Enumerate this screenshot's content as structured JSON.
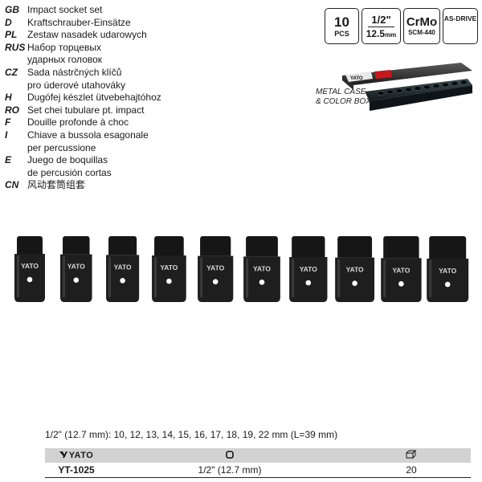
{
  "languages": [
    {
      "code": "GB",
      "lines": [
        "Impact socket set"
      ]
    },
    {
      "code": "D",
      "lines": [
        "Kraftschrauber-Einsätze"
      ]
    },
    {
      "code": "PL",
      "lines": [
        "Zestaw nasadek udarowych"
      ]
    },
    {
      "code": "RUS",
      "lines": [
        "Набор торцевых",
        "ударных головок"
      ]
    },
    {
      "code": "CZ",
      "lines": [
        "Sada nástrčných klíčů",
        "pro úderové utahováky"
      ]
    },
    {
      "code": "H",
      "lines": [
        "Dugófej készlet ütvebehajtóhoz"
      ]
    },
    {
      "code": "RO",
      "lines": [
        "Set chei tubulare pt. impact"
      ]
    },
    {
      "code": "F",
      "lines": [
        "Douille profonde à choc"
      ]
    },
    {
      "code": "I",
      "lines": [
        "Chiave a bussola esagonale",
        "per percussione"
      ]
    },
    {
      "code": "E",
      "lines": [
        "Juego de boquillas",
        "de percusión cortas"
      ]
    },
    {
      "code": "CN",
      "lines": [
        "风动套筒组套"
      ]
    }
  ],
  "badges": {
    "pieces_count": "10",
    "pieces_label": "PCS",
    "drive_fraction": "1/2\"",
    "drive_mm_value": "12.5",
    "drive_mm_unit": "mm",
    "material": "CrMo",
    "material_grade": "SCM-440",
    "as_drive": "AS-DRIVE"
  },
  "case_caption": [
    "METAL CASE",
    "& COLOR BOX"
  ],
  "case_box_brand": "YATO",
  "sockets": {
    "brand": "YATO",
    "count": 10
  },
  "size_line": "1/2\" (12.7 mm): 10, 12, 13, 14, 15, 16, 17, 18, 19, 22 mm (L=39 mm)",
  "table": {
    "brand": "YATO",
    "code": "YT-1025",
    "drive": "1/2\" (12.7 mm)",
    "qty": "20"
  },
  "icons": {
    "square-drive": "square-drive-icon",
    "package": "package-box-icon",
    "brand-logo": "yato-logo-icon"
  }
}
